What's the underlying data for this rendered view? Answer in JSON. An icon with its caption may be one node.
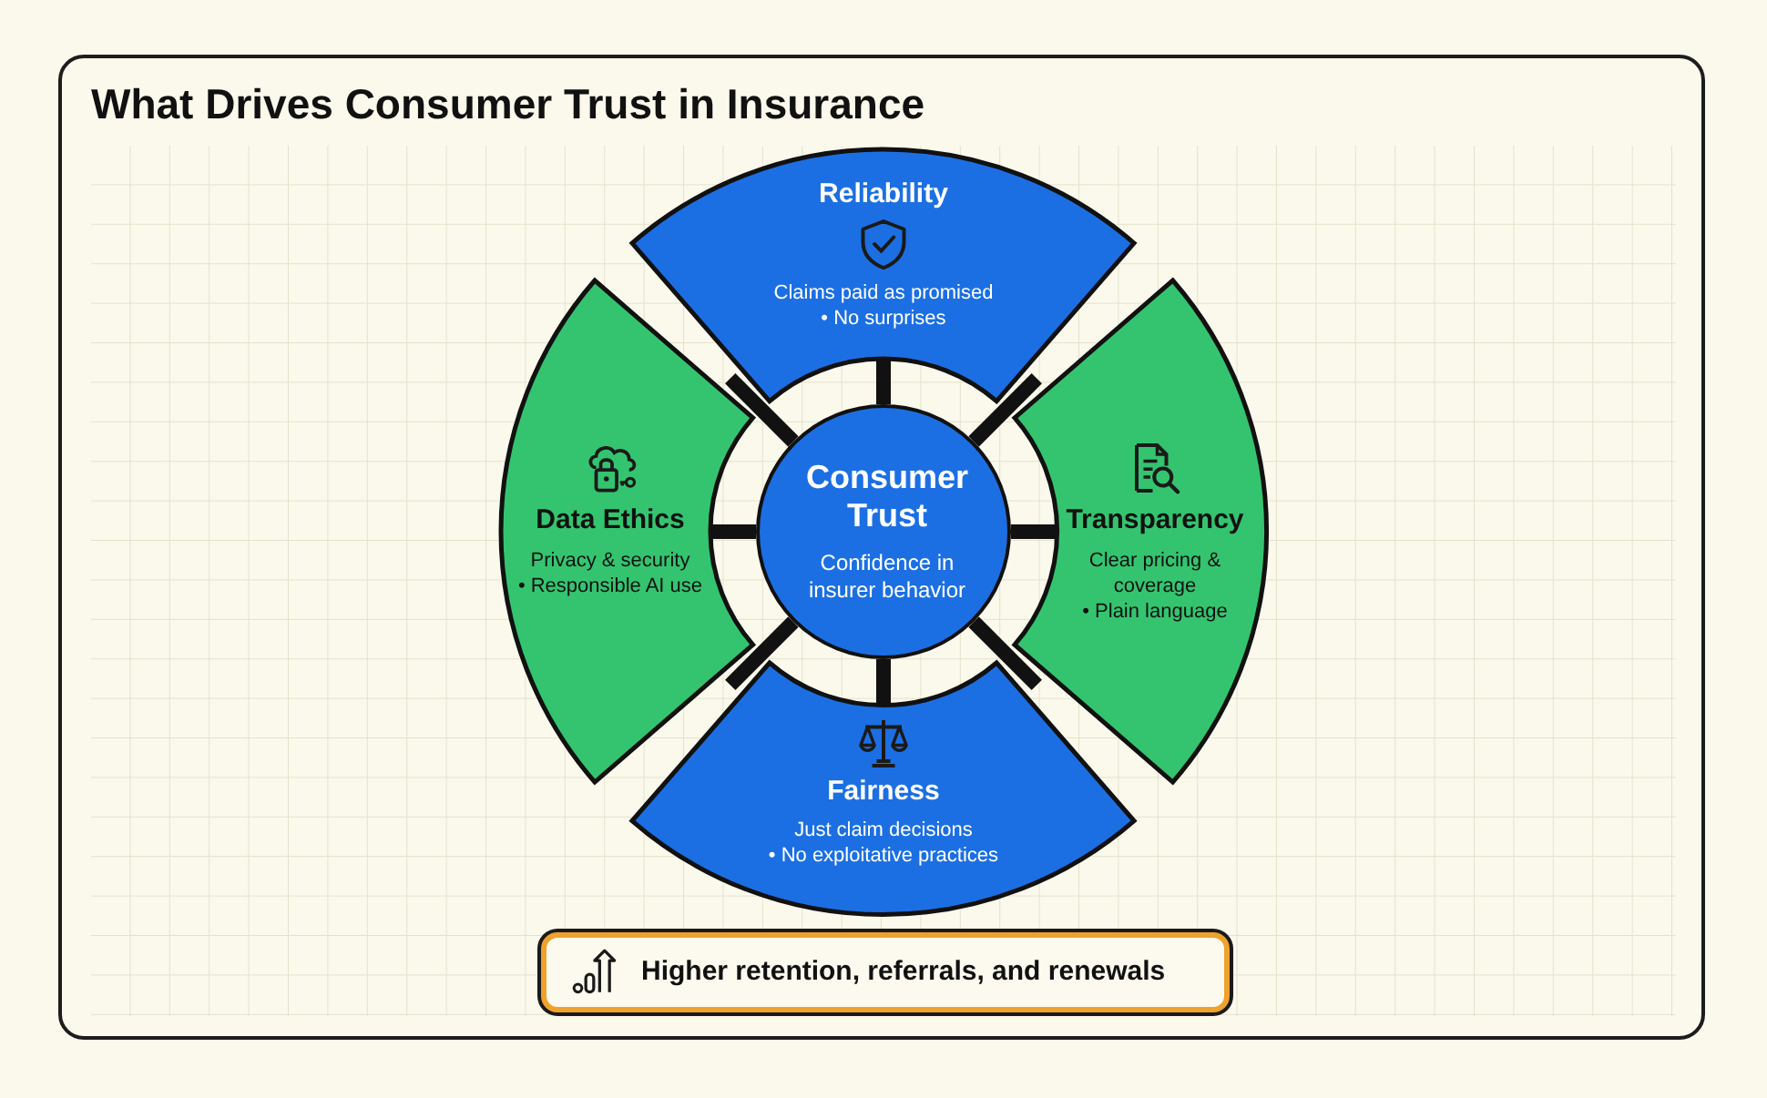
{
  "diagram": {
    "title": "What Drives Consumer Trust in Insurance",
    "nodes": [
      {
        "text": [
          "Consumer Trust",
          "Confidence in insurer behavior"
        ]
      },
      {
        "text": [
          "Reliability",
          "Claims paid as promised",
          "• No surprises"
        ]
      },
      {
        "text": [
          "Data Ethics",
          "Privacy & security",
          "• Responsible AI use"
        ]
      },
      {
        "text": [
          "Transparency",
          "Clear pricing & coverage",
          "• Plain language"
        ]
      },
      {
        "text": [
          "Fairness",
          "Just claim decisions",
          "• No exploitative practices"
        ]
      },
      {
        "text": [
          "Higher retention, referrals, and renewals"
        ]
      }
    ],
    "edges": [
      {
        "from": 0,
        "to": 1,
        "arrow": "none"
      },
      {
        "from": 0,
        "to": 2,
        "arrow": "none"
      },
      {
        "from": 0,
        "to": 3,
        "arrow": "none"
      },
      {
        "from": 0,
        "to": 4,
        "arrow": "none"
      }
    ]
  }
}
